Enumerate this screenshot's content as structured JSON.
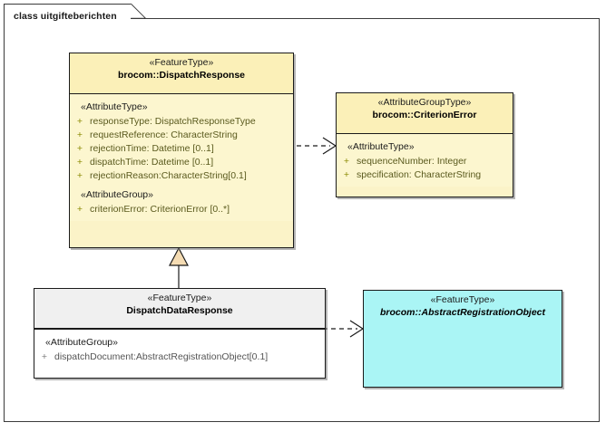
{
  "diagram": {
    "frame_label": "class uitgifteberichten",
    "background": "#ffffff",
    "border_color": "#3b3b3b"
  },
  "colors": {
    "feature_type_fill": "#fbf3c8",
    "feature_type_header": "#fbf0b8",
    "grey_header": "#f0f0f0",
    "abstract_fill": "#aaf5f5",
    "generalization_arrow_fill": "#f5dcb3",
    "line": "#1a1a1a"
  },
  "classes": {
    "dispatch_response": {
      "stereotype": "«FeatureType»",
      "name": "brocom::DispatchResponse",
      "compartments": [
        {
          "label": "«AttributeType»",
          "attributes": [
            {
              "visibility": "+",
              "text": "responseType: DispatchResponseType"
            },
            {
              "visibility": "+",
              "text": "requestReference: CharacterString"
            },
            {
              "visibility": "+",
              "text": "rejectionTime: Datetime [0..1]"
            },
            {
              "visibility": "+",
              "text": "dispatchTime: Datetime [0..1]"
            },
            {
              "visibility": "+",
              "text": "rejectionReason:CharacterString[0.1]"
            }
          ]
        },
        {
          "label": "«AttributeGroup»",
          "attributes": [
            {
              "visibility": "+",
              "text": "criterionError: CriterionError [0..*]"
            }
          ]
        }
      ]
    },
    "criterion_error": {
      "stereotype": "«AttributeGroupType»",
      "name": "brocom::CriterionError",
      "compartments": [
        {
          "label": "«AttributeType»",
          "attributes": [
            {
              "visibility": "+",
              "text": "sequenceNumber: Integer"
            },
            {
              "visibility": "+",
              "text": "specification: CharacterString"
            }
          ]
        }
      ]
    },
    "dispatch_data_response": {
      "stereotype": "«FeatureType»",
      "name": "DispatchDataResponse",
      "compartments": [
        {
          "label": "«AttributeGroup»",
          "attributes": [
            {
              "visibility": "+",
              "text": "dispatchDocument:AbstractRegistrationObject[0.1]"
            }
          ]
        }
      ]
    },
    "abstract_registration_object": {
      "stereotype": "«FeatureType»",
      "name": "brocom::AbstractRegistrationObject",
      "abstract": true,
      "compartments": []
    }
  },
  "connectors": {
    "generalization": {
      "type": "generalization",
      "from": "DispatchDataResponse",
      "to": "brocom::DispatchResponse"
    },
    "dependency_criterion_error": {
      "type": "dependency",
      "from": "brocom::DispatchResponse",
      "to": "brocom::CriterionError"
    },
    "dependency_registration_object": {
      "type": "dependency",
      "from": "DispatchDataResponse",
      "to": "brocom::AbstractRegistrationObject"
    }
  }
}
